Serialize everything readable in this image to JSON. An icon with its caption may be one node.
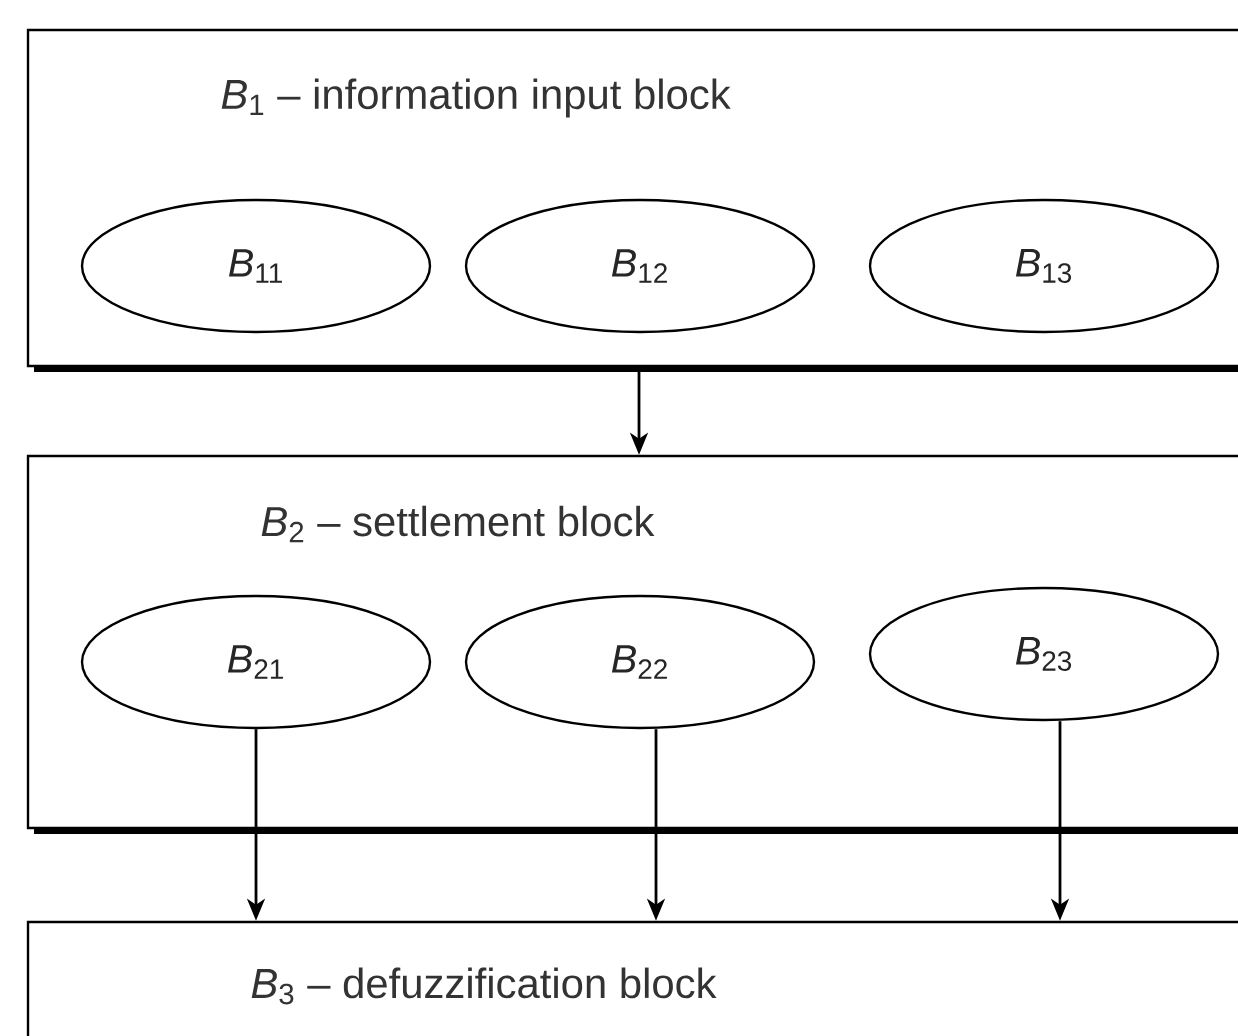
{
  "diagram": {
    "nodes": [
      {
        "text": [
          "*B*$_{1}$ – information input block"
        ]
      },
      {
        "text": [
          "*B*$_{11}$"
        ],
        "in": 0
      },
      {
        "text": [
          "*B*$_{12}$"
        ],
        "in": 0
      },
      {
        "text": [
          "*B*$_{13}$"
        ],
        "in": 0
      },
      {
        "text": [
          "*B*$_{2}$ – settlement block"
        ]
      },
      {
        "text": [
          "*B*$_{21}$"
        ],
        "in": 4
      },
      {
        "text": [
          "*B*$_{22}$"
        ],
        "in": 4
      },
      {
        "text": [
          "*B*$_{23}$"
        ],
        "in": 4
      },
      {
        "text": [
          "*B*$_{3}$ – defuzzification block"
        ]
      }
    ],
    "edges": [
      {
        "from": 0,
        "to": 4,
        "arrow": "to"
      },
      {
        "from": 5,
        "to": 8,
        "arrow": "to"
      },
      {
        "from": 6,
        "to": 8,
        "arrow": "to"
      },
      {
        "from": 7,
        "to": 8,
        "arrow": "to"
      }
    ]
  }
}
